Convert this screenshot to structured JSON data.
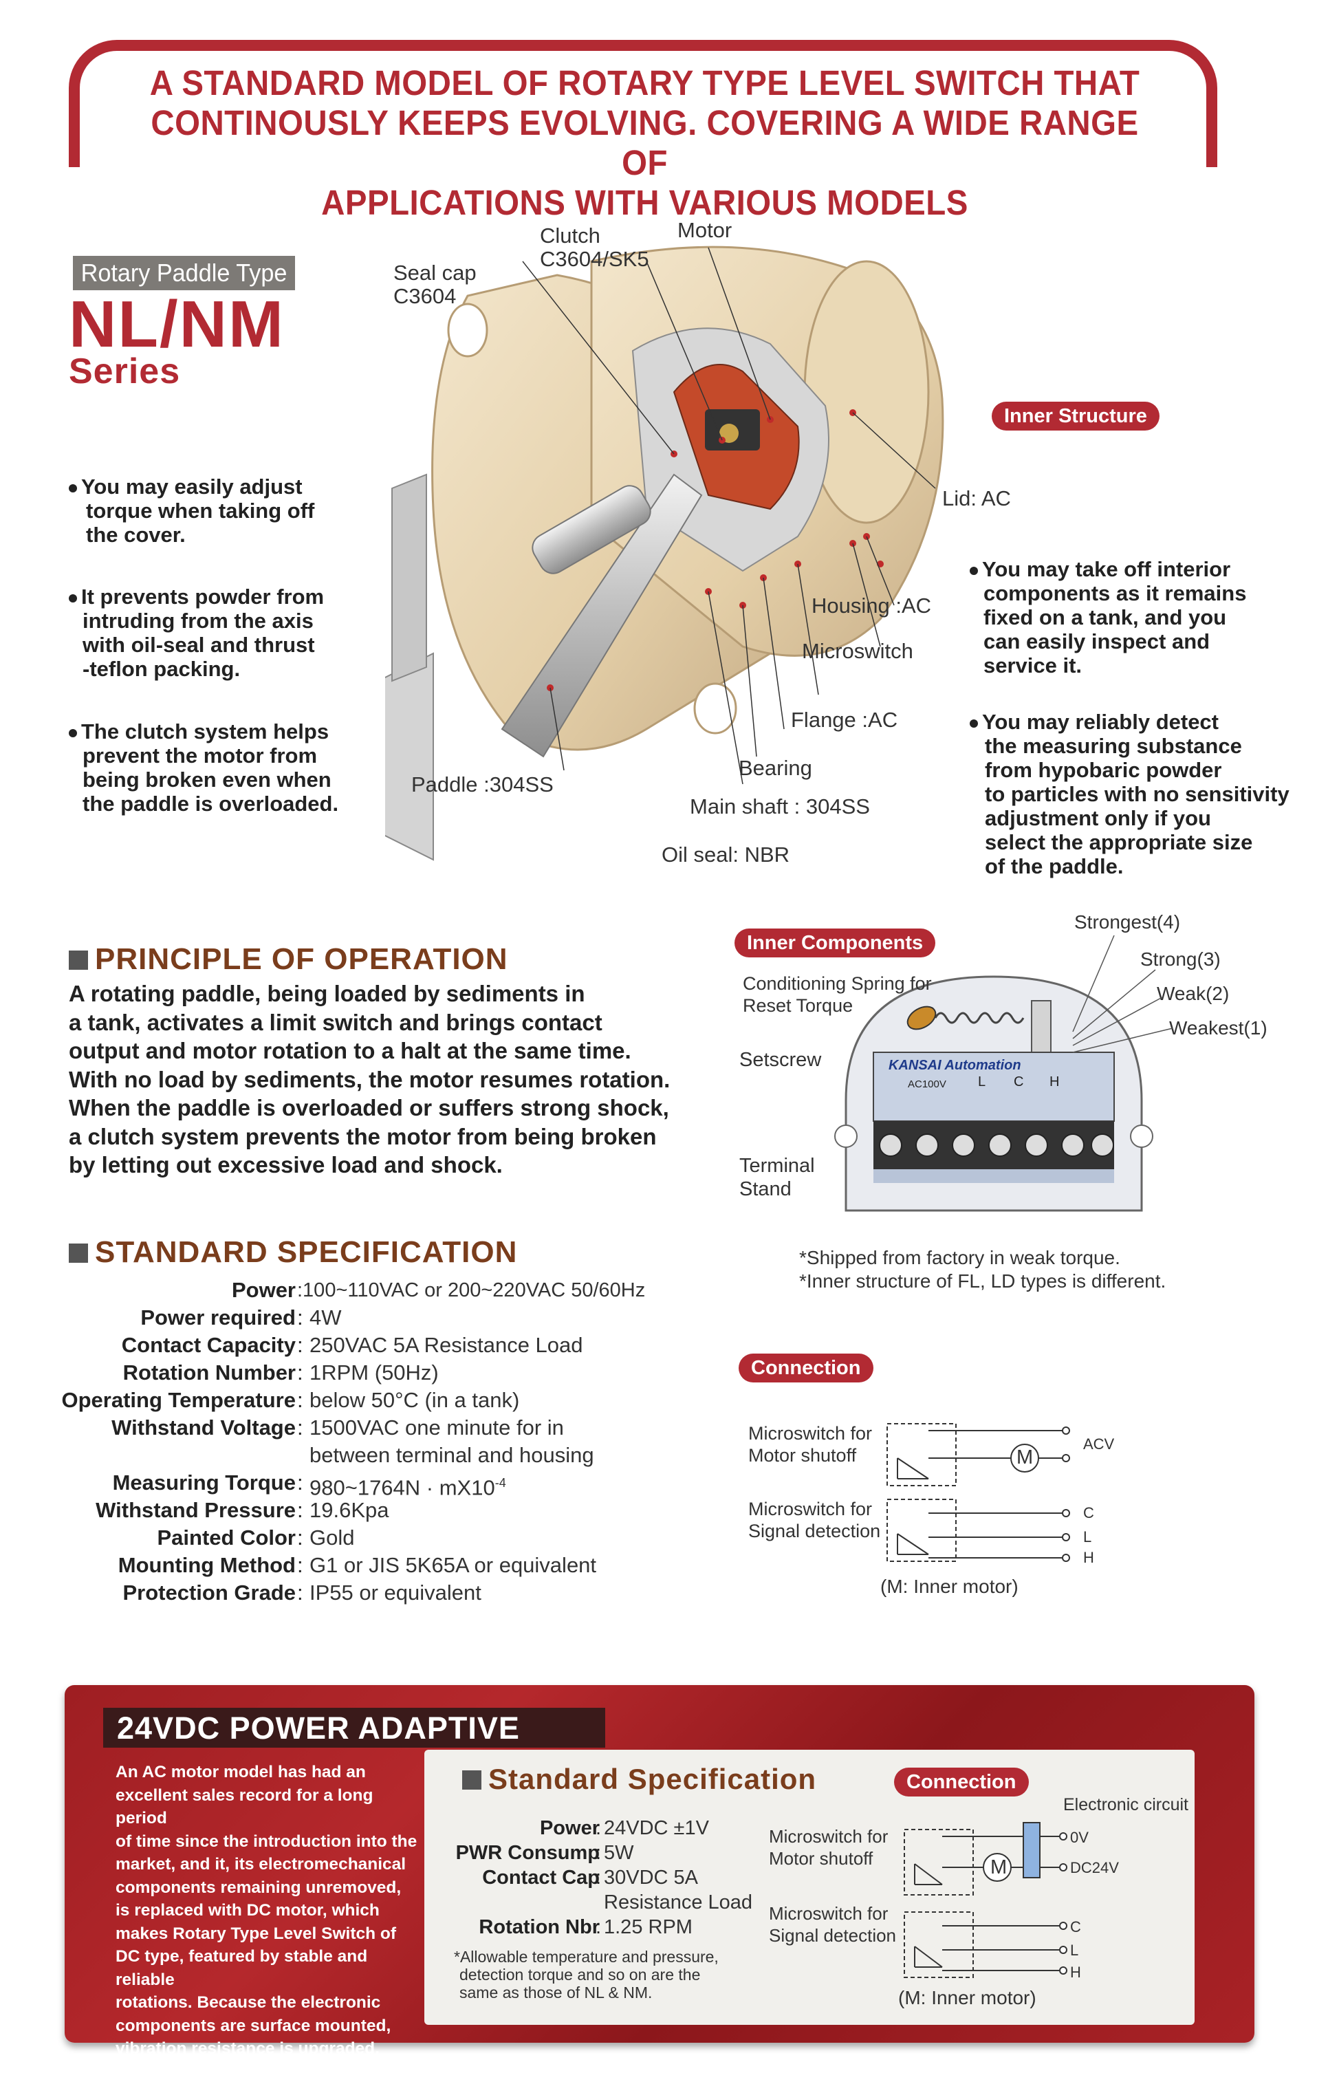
{
  "header": {
    "line1": "A STANDARD MODEL OF ROTARY TYPE LEVEL SWITCH THAT",
    "line2": "CONTINOUSLY KEEPS EVOLVING. COVERING A WIDE RANGE OF",
    "line3": "APPLICATIONS WITH VARIOUS MODELS"
  },
  "product": {
    "type_label": "Rotary Paddle Type",
    "series_name": "NL/NM",
    "series_word": "Series"
  },
  "colors": {
    "brand_red": "#b22a33",
    "heading_brown": "#7a3d1c",
    "product_beige": "#e9d8b8"
  },
  "left_features": [
    [
      "You may easily adjust",
      "torque when taking off",
      "the cover."
    ],
    [
      "It prevents powder from",
      "intruding from the axis",
      "with oil-seal and thrust",
      "-teflon packing."
    ],
    [
      "The clutch system helps",
      "prevent the motor from",
      "being broken even when",
      "the paddle is overloaded."
    ]
  ],
  "right_features": [
    [
      "You may take off interior",
      "components as it remains",
      "fixed on a tank, and you",
      "can easily inspect and",
      "service it."
    ],
    [
      "You may reliably detect",
      "the measuring substance",
      "from hypobaric powder",
      "to particles with no sensitivity",
      "adjustment only if you",
      "select the  appropriate size",
      "of the paddle."
    ]
  ],
  "diagram_labels": {
    "seal_cap": [
      "Seal cap",
      "C3604"
    ],
    "clutch": [
      "Clutch",
      "C3604/SK5"
    ],
    "motor": "Motor",
    "inner_structure": "Inner Structure",
    "lid": "Lid: AC",
    "housing": "Housing :AC",
    "microswitch": "Microswitch",
    "flange": "Flange :AC",
    "bearing": "Bearing",
    "main_shaft": "Main shaft : 304SS",
    "paddle": "Paddle :304SS",
    "oil_seal": "Oil seal: NBR"
  },
  "principle": {
    "title": "PRINCIPLE OF OPERATION",
    "lines": [
      "A rotating paddle, being loaded by sediments in",
      "a tank, activates a limit switch and brings contact",
      "output and motor rotation to a halt at the same time.",
      "With no load by sediments, the motor resumes rotation.",
      "When the paddle is overloaded or suffers strong shock,",
      "a clutch system prevents the motor from being broken",
      "by letting out excessive load and shock."
    ]
  },
  "spec": {
    "title": "STANDARD SPECIFICATION",
    "rows": [
      {
        "k": "Power",
        "v": ":100~110VAC or 200~220VAC  50/60Hz"
      },
      {
        "k": "Power required",
        "v": "4W"
      },
      {
        "k": "Contact Capacity",
        "v": "250VAC 5A Resistance Load"
      },
      {
        "k": "Rotation Number",
        "v": "1RPM (50Hz)"
      },
      {
        "k": "Operating Temperature",
        "v": "below 50°C (in a tank)"
      },
      {
        "k": "Withstand Voltage",
        "v": "1500VAC one minute for in"
      },
      {
        "k": "",
        "v": "between terminal and housing"
      },
      {
        "k": "Measuring Torque",
        "v": "980~1764N · mX10"
      },
      {
        "k": "Withstand Pressure",
        "v": "19.6Kpa"
      },
      {
        "k": "Painted Color",
        "v": "Gold"
      },
      {
        "k": "Mounting Method",
        "v": "G1 or JIS 5K65A or equivalent"
      },
      {
        "k": "Protection Grade",
        "v": "IP55 or equivalent"
      }
    ],
    "torque_exp": "-4"
  },
  "inner_components": {
    "title": "Inner Components",
    "spring": [
      "Conditioning Spring for",
      "Reset Torque"
    ],
    "setscrew": "Setscrew",
    "terminal": [
      "Terminal",
      "Stand"
    ],
    "levels": [
      "Strongest(4)",
      "Strong(3)",
      "Weak(2)",
      "Weakest(1)"
    ],
    "brand": "KANSAI Automation",
    "terminal_marks": [
      "AC100V",
      "L",
      "C",
      "H"
    ],
    "notes": [
      "*Shipped from factory in weak torque.",
      "*Inner structure of FL, LD types is different."
    ]
  },
  "connection": {
    "title": "Connection",
    "motor_label": [
      "Microswitch for",
      "Motor shutoff"
    ],
    "signal_label": [
      "Microswitch for",
      "Signal detection"
    ],
    "motor_symbol": "M",
    "acv": "ACV",
    "c": "C",
    "l": "L",
    "h": "H",
    "caption": "(M: Inner motor)"
  },
  "dc_panel": {
    "title": "24VDC POWER ADAPTIVE",
    "text": [
      "An AC motor model has had an",
      "excellent sales record for a long period",
      "of time since the introduction into the",
      "market, and it, its electromechanical",
      "components remaining unremoved,",
      "is replaced with DC motor, which",
      "makes Rotary Type Level Switch of",
      "DC type, featured by stable and reliable",
      "rotations.  Because the electronic",
      "components are surface mounted,",
      "vibration resistance is upgraded."
    ],
    "spec_title": "Standard Specification",
    "spec_rows": [
      {
        "k": "Power",
        "v": "24VDC ±1V"
      },
      {
        "k": "PWR Consump",
        "v": "5W"
      },
      {
        "k": "Contact Cap",
        "v": "30VDC 5A"
      },
      {
        "k": "",
        "v": "Resistance Load"
      },
      {
        "k": "Rotation Nbr",
        "v": "1.25 RPM"
      }
    ],
    "spec_note": [
      "*Allowable temperature and pressure,",
      "detection torque and so on are the",
      "same as those of NL & NM."
    ],
    "connection_title": "Connection",
    "electronic": "Electronic circuit",
    "motor_label": [
      "Microswitch for",
      "Motor shutoff"
    ],
    "signal_label": [
      "Microswitch for",
      "Signal detection"
    ],
    "motor_symbol": "M",
    "ov": "0V",
    "dc24v": "DC24V",
    "c": "C",
    "l": "L",
    "h": "H",
    "caption": "(M: Inner motor)"
  }
}
